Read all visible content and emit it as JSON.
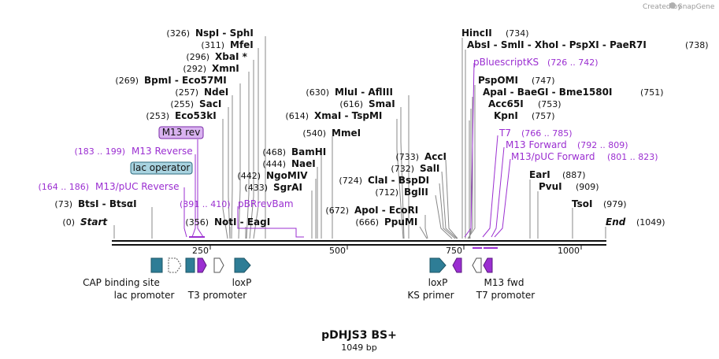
{
  "header": {
    "credit": "Created by",
    "brand": "SnapGene"
  },
  "plasmid": {
    "name": "pDHJS3 BS+",
    "length_label": "1049 bp"
  },
  "ruler": {
    "ticks": [
      "250",
      "500",
      "750",
      "1000"
    ]
  },
  "ends": {
    "start_pos": "(0)",
    "start_label": "Start",
    "end_label": "End",
    "end_pos": "(1049)"
  },
  "sites_left": [
    {
      "pos": "(326)",
      "name": "NspI  -  SphI"
    },
    {
      "pos": "(311)",
      "name": "MfeI"
    },
    {
      "pos": "(296)",
      "name": "XbaI *"
    },
    {
      "pos": "(292)",
      "name": "XmnI"
    },
    {
      "pos": "(269)",
      "name": "BpmI  -  Eco57MI"
    },
    {
      "pos": "(257)",
      "name": "NdeI"
    },
    {
      "pos": "(255)",
      "name": "SacI"
    },
    {
      "pos": "(253)",
      "name": "Eco53kI"
    },
    {
      "pos": "(73)",
      "name": "BtsI  -  BtsαI"
    },
    {
      "pos": "(356)",
      "name": "NotI  -  EagI"
    }
  ],
  "sites_mid": [
    {
      "pos": "(468)",
      "name": "BamHI"
    },
    {
      "pos": "(444)",
      "name": "NaeI"
    },
    {
      "pos": "(442)",
      "name": "NgoMIV"
    },
    {
      "pos": "(433)",
      "name": "SgrAI"
    },
    {
      "pos": "(630)",
      "name": "MluI  -  AflIII"
    },
    {
      "pos": "(616)",
      "name": "SmaI"
    },
    {
      "pos": "(614)",
      "name": "XmaI  -  TspMI"
    },
    {
      "pos": "(540)",
      "name": "MmeI"
    },
    {
      "pos": "(733)",
      "name": "AccI"
    },
    {
      "pos": "(732)",
      "name": "SalI"
    },
    {
      "pos": "(724)",
      "name": "ClaI  -  BspDI"
    },
    {
      "pos": "(712)",
      "name": "BglII"
    },
    {
      "pos": "(672)",
      "name": "ApoI  -  EcoRI"
    },
    {
      "pos": "(666)",
      "name": "PpuMI"
    }
  ],
  "sites_right": [
    {
      "pos": "(734)",
      "name": "HincII"
    },
    {
      "pos": "(738)",
      "name": "AbsI  -  SmlI  -  XhoI  -  PspXI  -  PaeR7I"
    },
    {
      "pos": "(747)",
      "name": "PspOMI"
    },
    {
      "pos": "(751)",
      "name": "ApaI  -  BaeGI  -  Bme1580I"
    },
    {
      "pos": "(753)",
      "name": "Acc65I"
    },
    {
      "pos": "(757)",
      "name": "KpnI"
    },
    {
      "pos": "(887)",
      "name": "EarI"
    },
    {
      "pos": "(909)",
      "name": "PvuI"
    },
    {
      "pos": "(979)",
      "name": "TsoI"
    }
  ],
  "primers": [
    {
      "name": "M13 rev",
      "range": ""
    },
    {
      "name": "M13 Reverse",
      "range": "(183 .. 199)"
    },
    {
      "name": "M13/pUC Reverse",
      "range": "(164 .. 186)"
    },
    {
      "name": "pBRrevBam",
      "range": "(391 .. 410)"
    },
    {
      "name": "pBluescriptKS",
      "range": "(726 .. 742)"
    },
    {
      "name": "T7",
      "range": "(766 .. 785)"
    },
    {
      "name": "M13 Forward",
      "range": "(792 .. 809)"
    },
    {
      "name": "M13/pUC Forward",
      "range": "(801 .. 823)"
    }
  ],
  "boxed_features": {
    "m13rev": "M13 rev",
    "lac_operator": "lac operator"
  },
  "features": {
    "cap": "CAP binding site",
    "lac_promoter": "lac promoter",
    "t3_promoter": "T3 promoter",
    "loxp_left": "loxP",
    "loxp_right": "loxP",
    "ks_primer": "KS primer",
    "m13_fwd": "M13 fwd",
    "t7_promoter": "T7 promoter"
  },
  "colors": {
    "teal": "#2e7d96",
    "purple": "#9b2fd1",
    "box_purple_fill": "#d9b3f0",
    "box_blue_fill": "#a9d3e0"
  }
}
